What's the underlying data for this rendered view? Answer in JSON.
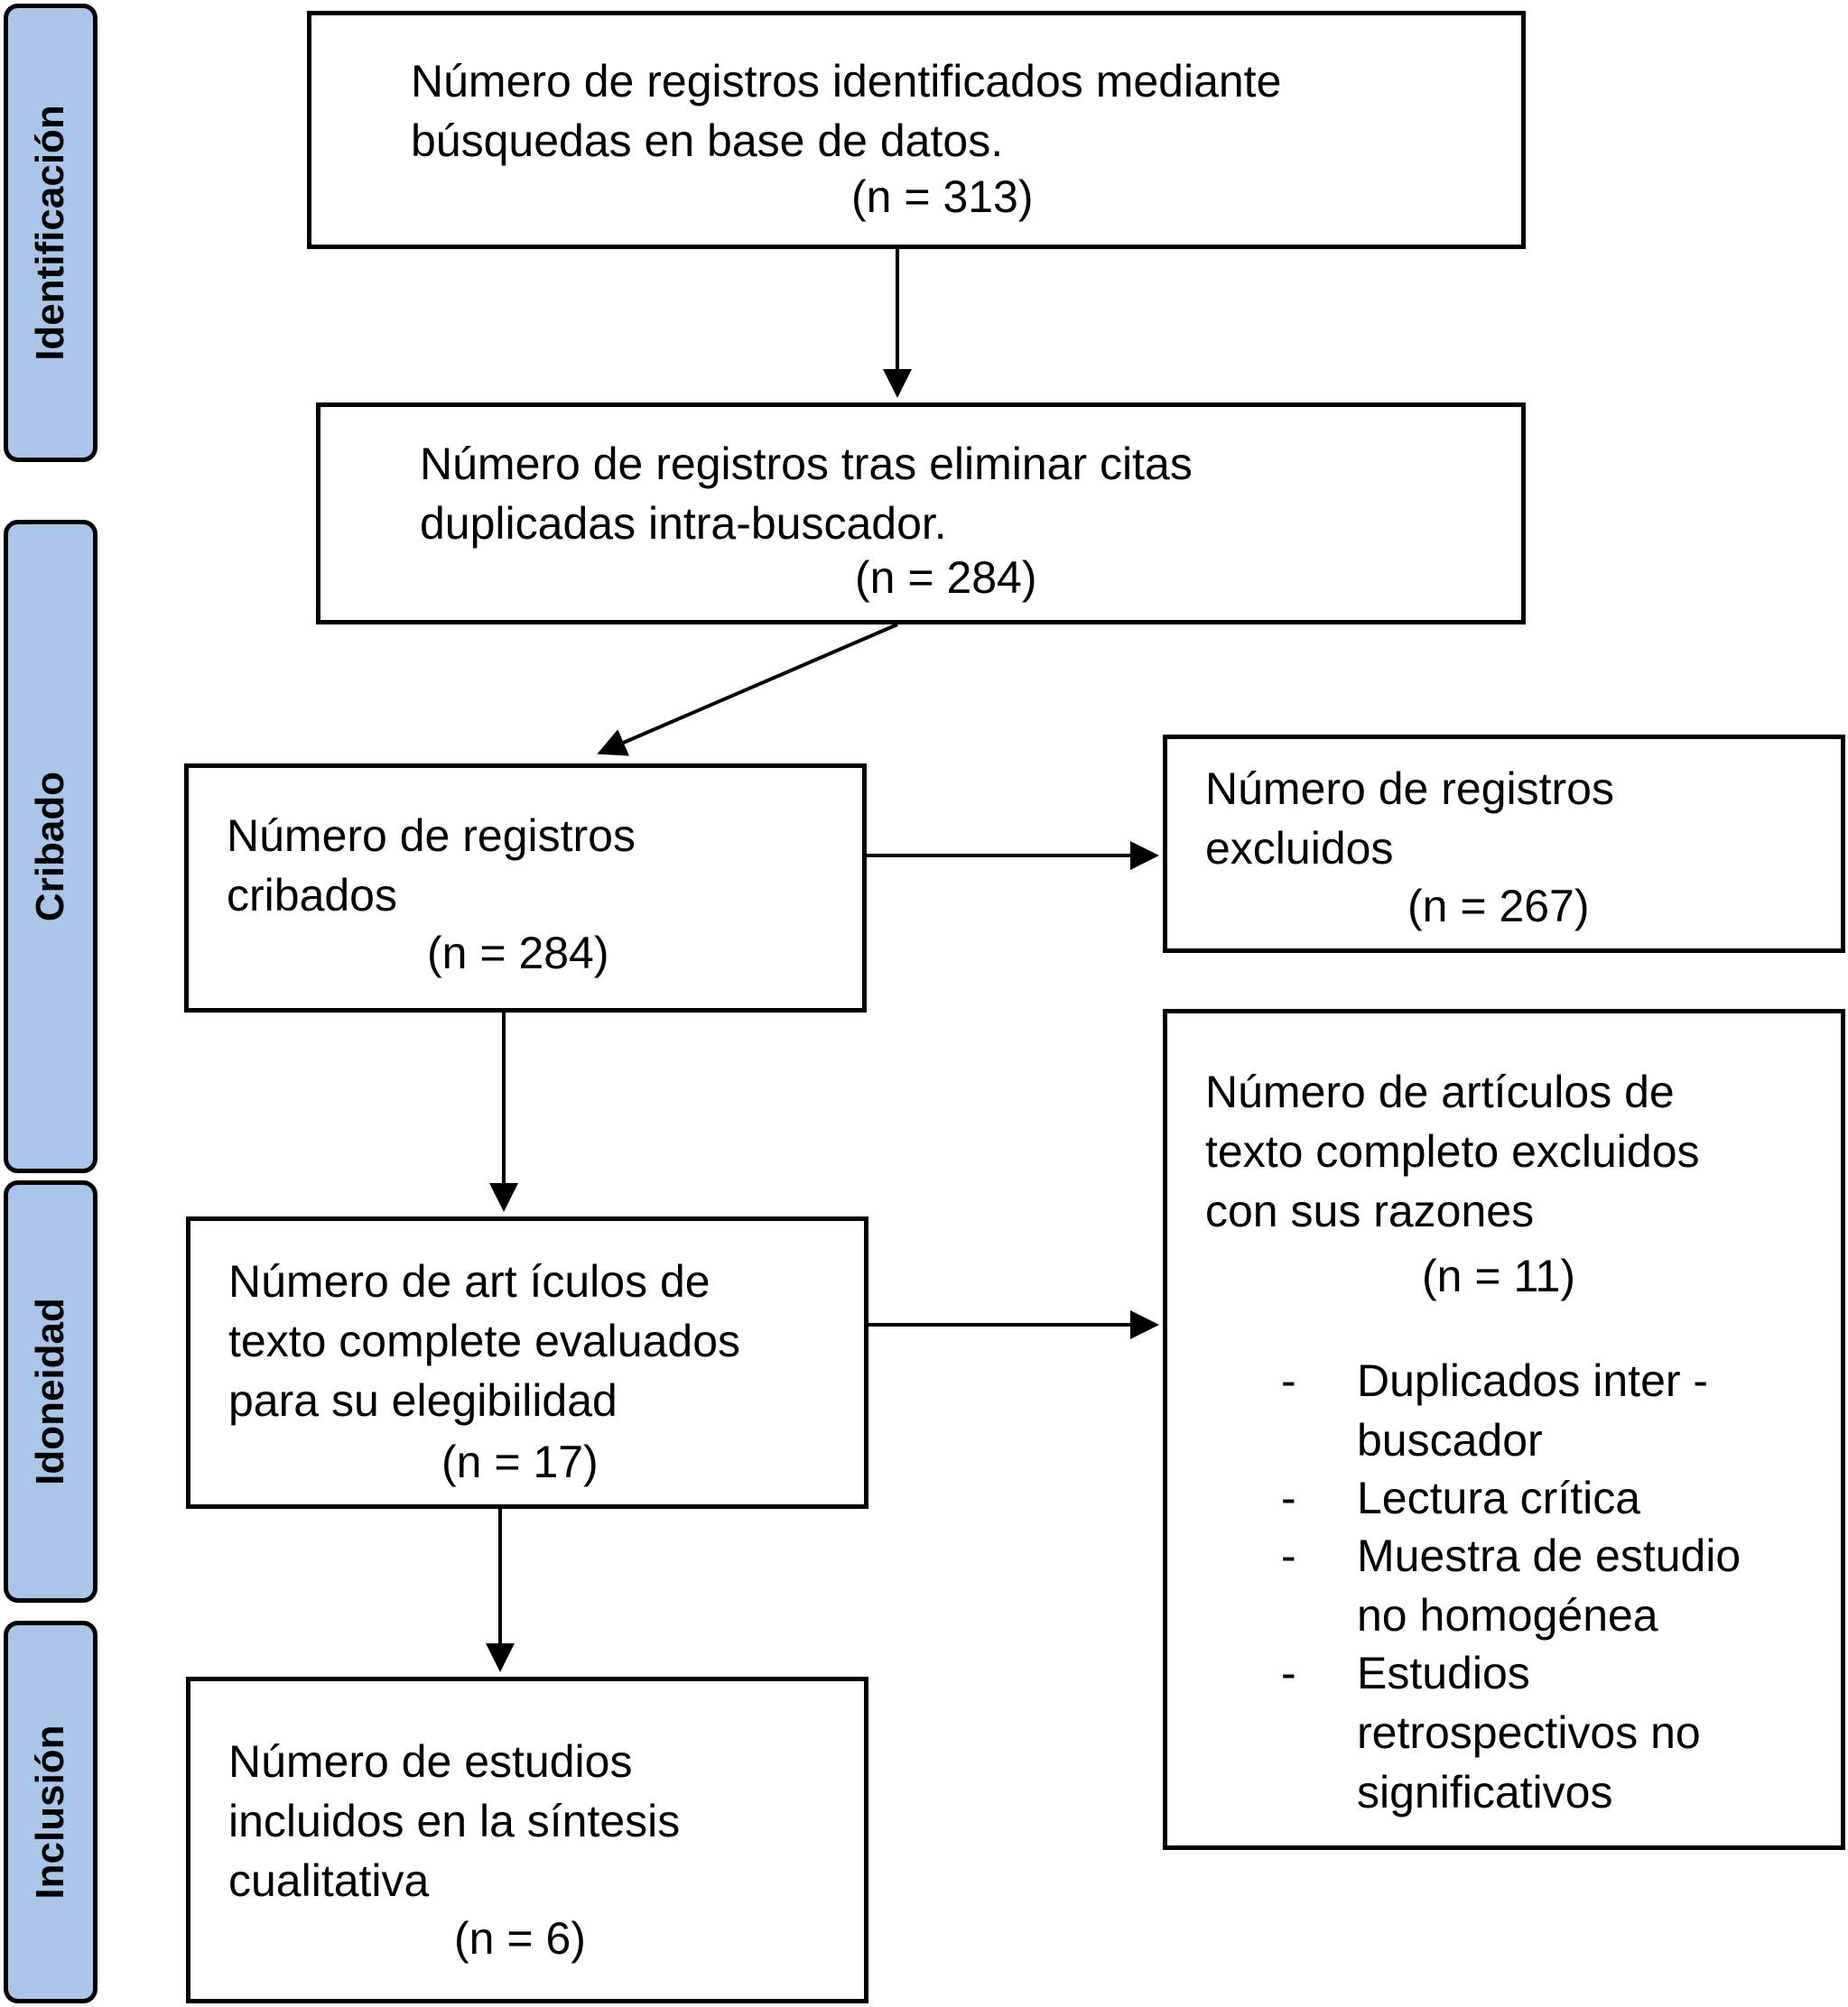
{
  "phases": {
    "identificacion": "Identificación",
    "cribado": "Cribado",
    "idoneidad": "Idoneidad",
    "inclusion": "Inclusión"
  },
  "boxes": {
    "identified": {
      "line1": "Número de registros identificados mediante",
      "line2": "búsquedas en base de datos.",
      "count": "(n = 313)"
    },
    "deduplicated": {
      "line1": "Número de registros tras eliminar citas",
      "line2": "duplicadas intra-buscador.",
      "count": "(n = 284)"
    },
    "screened": {
      "line1": "Número de registros",
      "line2": "cribados",
      "count": "(n = 284)"
    },
    "excluded": {
      "line1": "Número de registros",
      "line2": "excluidos",
      "count": "(n = 267)"
    },
    "fulltext_assessed": {
      "line1": "Número de art ículos de",
      "line2": "texto complete evaluados",
      "line3": "para su elegibilidad",
      "count": "(n = 17)"
    },
    "fulltext_excluded": {
      "line1": "Número de artículos de",
      "line2": "texto completo excluidos",
      "line3": "con sus razones",
      "count": "(n = 11)",
      "bullet": "-",
      "reasons": [
        {
          "line1": "Duplicados inter -",
          "line2": "buscador"
        },
        {
          "line1": "Lectura crítica"
        },
        {
          "line1": "Muestra de estudio",
          "line2": "no homogénea"
        },
        {
          "line1": "Estudios",
          "line2": "retrospectivos no",
          "line3": "significativos"
        }
      ]
    },
    "included": {
      "line1": "Número de estudios",
      "line2": "incluidos en la síntesis",
      "line3": "cualitativa",
      "count": "(n = 6)"
    }
  }
}
